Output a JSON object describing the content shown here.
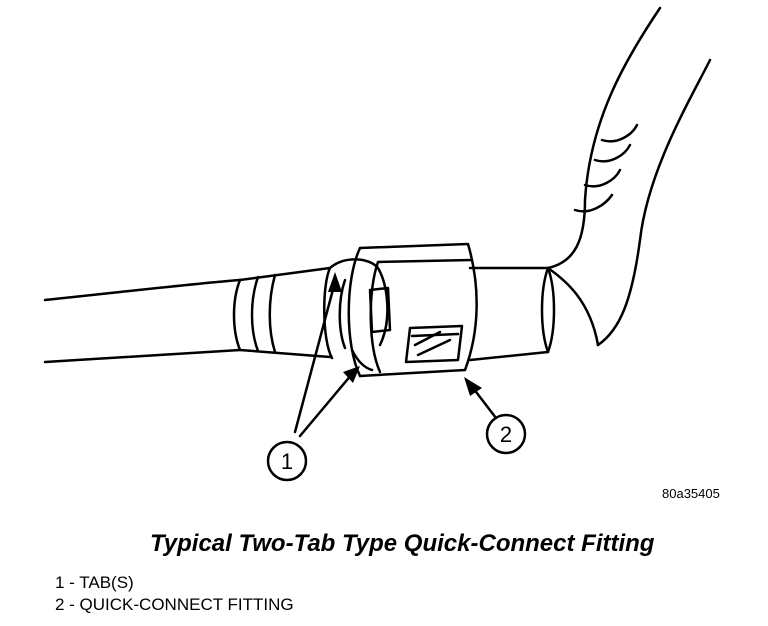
{
  "figure": {
    "id": "80a35405",
    "title": "Typical Two-Tab Type Quick-Connect Fitting"
  },
  "callouts": [
    {
      "number": "1"
    },
    {
      "number": "2"
    }
  ],
  "legend": [
    {
      "text": "1 - TAB(S)"
    },
    {
      "text": "2 - QUICK-CONNECT FITTING"
    }
  ]
}
